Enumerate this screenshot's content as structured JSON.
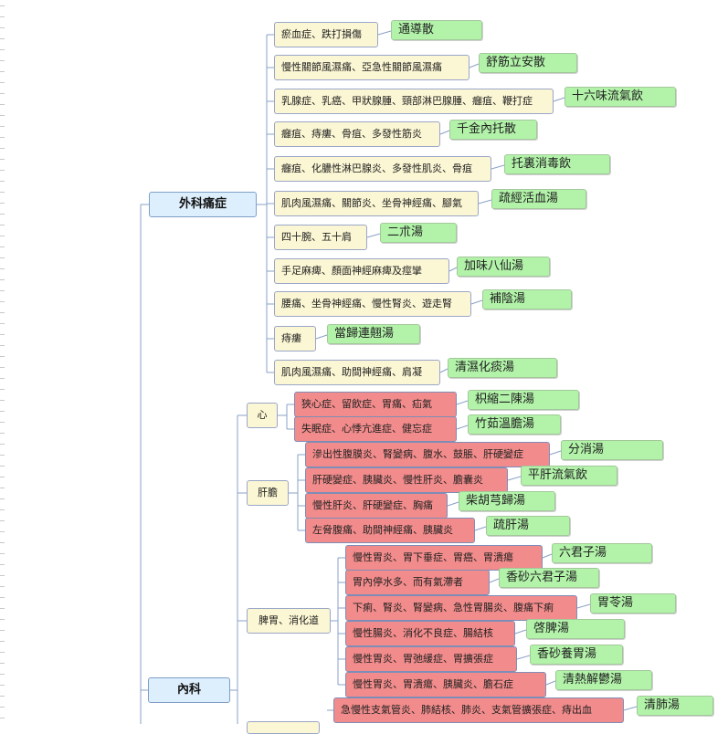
{
  "categories": {
    "surgery": "外科痛症",
    "internal": "內科"
  },
  "subgroups": {
    "heart": "心",
    "liver": "肝膽",
    "spleen": "脾胃、消化道"
  },
  "surgery_items": [
    {
      "condition": "瘀血症、跌打損傷",
      "remedy": "通導散"
    },
    {
      "condition": "慢性關節風濕痛、亞急性關節風濕痛",
      "remedy": "舒筋立安散"
    },
    {
      "condition": "乳腺症、乳癌、甲狀腺腫、頸部淋巴腺腫、癰疽、鞭打症",
      "remedy": "十六味流氣飲"
    },
    {
      "condition": "癰疽、痔瘻、骨疽、多發性筋炎",
      "remedy": "千金內托散"
    },
    {
      "condition": "癰疽、化膿性淋巴腺炎、多發性肌炎、骨疽",
      "remedy": "托裏消毒飲"
    },
    {
      "condition": "肌肉風濕痛、關節炎、坐骨神經痛、腳氣",
      "remedy": "疏經活血湯"
    },
    {
      "condition": "四十腕、五十肩",
      "remedy": "二朮湯"
    },
    {
      "condition": "手足麻痺、顏面神經麻痺及痙攣",
      "remedy": "加味八仙湯"
    },
    {
      "condition": "腰痛、坐骨神經痛、慢性腎炎、遊走腎",
      "remedy": "補陰湯"
    },
    {
      "condition": "痔瘻",
      "remedy": "當歸連翹湯"
    },
    {
      "condition": "肌肉風濕痛、助間神經痛、肩凝",
      "remedy": "清濕化痰湯"
    }
  ],
  "heart_items": [
    {
      "condition": "狹心症、留飲症、胃痛、疝氣",
      "remedy": "枳縮二陳湯"
    },
    {
      "condition": "失眠症、心悸亢進症、健忘症",
      "remedy": "竹茹溫膽湯"
    }
  ],
  "liver_items": [
    {
      "condition": "滲出性腹膜炎、腎變病、腹水、鼓脹、肝硬變症",
      "remedy": "分消湯"
    },
    {
      "condition": "肝硬變症、胰臟炎、慢性肝炎、膽囊炎",
      "remedy": "平肝流氣飲"
    },
    {
      "condition": "慢性肝炎、肝硬變症、胸痛",
      "remedy": "柴胡芎歸湯"
    },
    {
      "condition": "左脅腹痛、助間神經痛、胰臟炎",
      "remedy": "疏肝湯"
    }
  ],
  "spleen_items": [
    {
      "condition": "慢性胃炎、胃下垂症、胃癌、胃潰瘍",
      "remedy": "六君子湯"
    },
    {
      "condition": "胃內停水多、而有氣滯者",
      "remedy": "香砂六君子湯"
    },
    {
      "condition": "下痢、腎炎、腎變病、急性胃腸炎、腹痛下痢",
      "remedy": "胃苓湯"
    },
    {
      "condition": "慢性腸炎、消化不良症、腸結核",
      "remedy": "啓脾湯"
    },
    {
      "condition": "慢性胃炎、胃弛緩症、胃擴張症",
      "remedy": "香砂養胃湯"
    },
    {
      "condition": "慢性胃炎、胃潰瘍、胰臟炎、膽石症",
      "remedy": "清熱解鬱湯"
    }
  ],
  "lung_items": [
    {
      "condition": "急慢性支氣管炎、肺結核、肺炎、支氣管擴張症、痔出血",
      "remedy": "清肺湯"
    }
  ],
  "colors": {
    "condition_fill": "#fbf6d3",
    "internal_condition_fill": "#f28b8b",
    "remedy_fill": "#b2f3a9",
    "category_fill": "#ddeefc",
    "connector": "#8aa0c8"
  }
}
